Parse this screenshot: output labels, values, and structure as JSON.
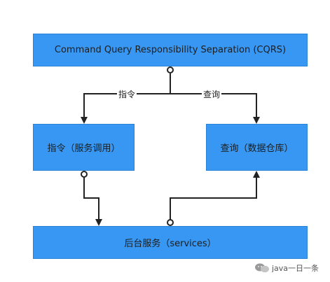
{
  "diagram": {
    "top_box": "Command Query Responsibility Separation (CQRS)",
    "left_box": "指令（服务调用）",
    "right_box": "查询（数据仓库）",
    "bottom_box": "后台服务（services）",
    "edge_command_label": "指令",
    "edge_query_label": "查询"
  },
  "colors": {
    "box_fill": "#3797f2",
    "line": "#222222"
  },
  "watermark": {
    "text": "java一日一条",
    "icon": "wechat-icon"
  }
}
